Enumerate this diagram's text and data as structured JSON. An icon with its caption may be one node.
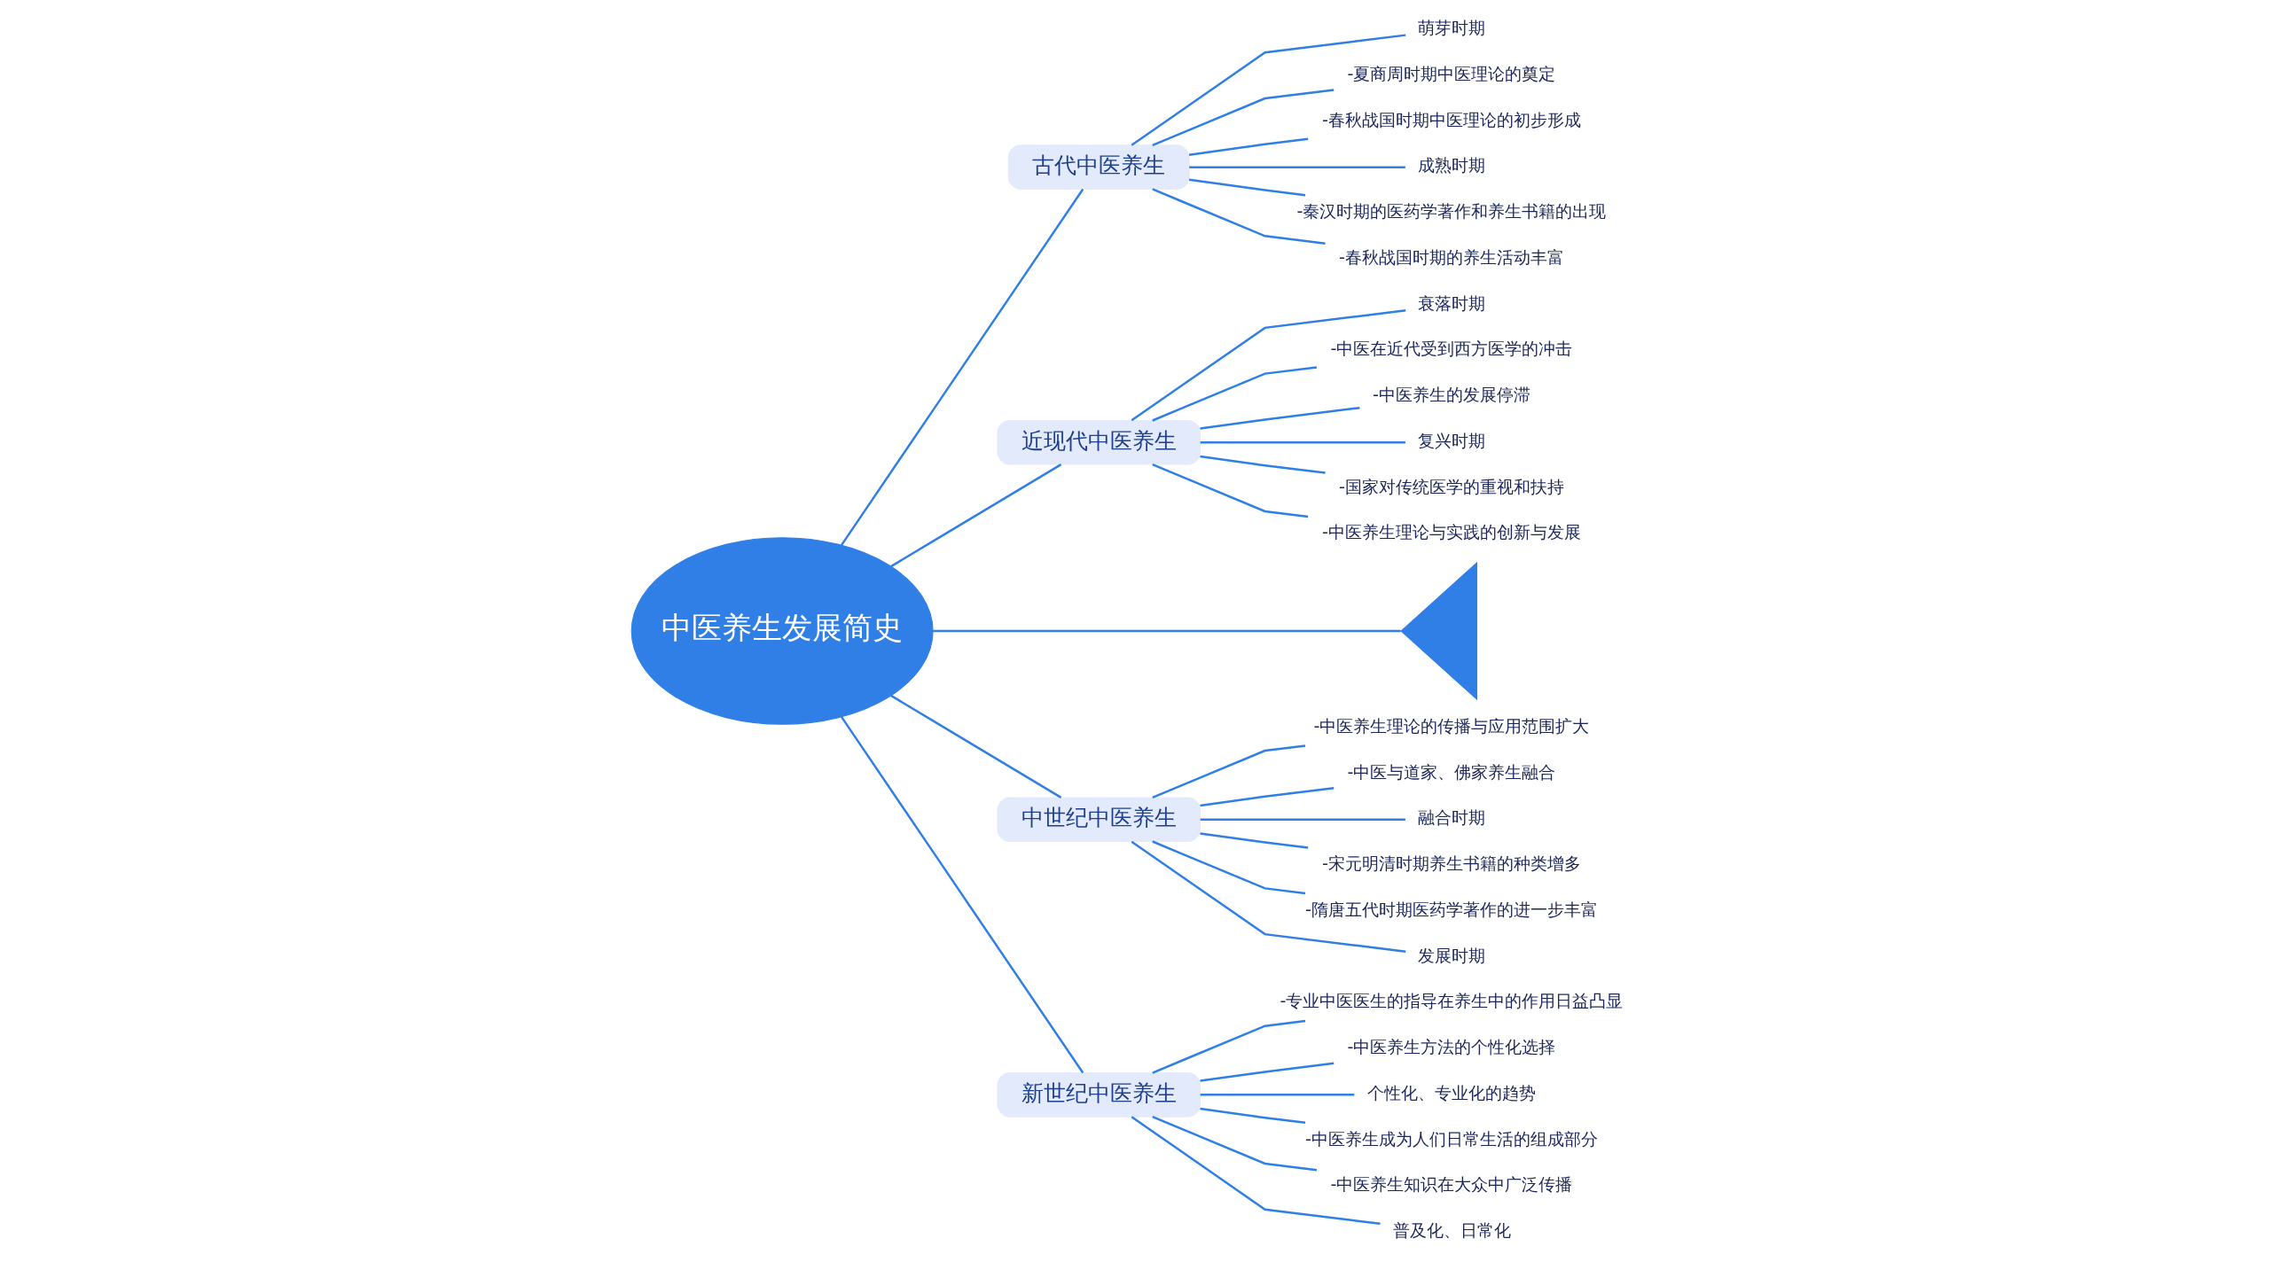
{
  "diagram": {
    "nodes": [
      {
        "text": [
          "中医养生发展简史"
        ]
      },
      {
        "text": [
          "古代中医养生"
        ]
      },
      {
        "text": [
          "萌芽时期"
        ]
      },
      {
        "text": [
          "-夏商周时期中医理论的奠定"
        ]
      },
      {
        "text": [
          "-春秋战国时期中医理论的初步形成"
        ]
      },
      {
        "text": [
          "成熟时期"
        ]
      },
      {
        "text": [
          "-秦汉时期的医药学著作和养生书籍的出现"
        ]
      },
      {
        "text": [
          "-春秋战国时期的养生活动丰富"
        ]
      },
      {
        "text": [
          "近现代中医养生"
        ]
      },
      {
        "text": [
          "衰落时期"
        ]
      },
      {
        "text": [
          "-中医在近代受到西方医学的冲击"
        ]
      },
      {
        "text": [
          "-中医养生的发展停滞"
        ]
      },
      {
        "text": [
          "复兴时期"
        ]
      },
      {
        "text": [
          "-国家对传统医学的重视和扶持"
        ]
      },
      {
        "text": [
          "-中医养生理论与实践的创新与发展"
        ]
      },
      {
        "text": [
          "中世纪中医养生"
        ]
      },
      {
        "text": [
          "-中医养生理论的传播与应用范围扩大"
        ]
      },
      {
        "text": [
          "-中医与道家、佛家养生融合"
        ]
      },
      {
        "text": [
          "融合时期"
        ]
      },
      {
        "text": [
          "-宋元明清时期养生书籍的种类增多"
        ]
      },
      {
        "text": [
          "-隋唐五代时期医药学著作的进一步丰富"
        ]
      },
      {
        "text": [
          "发展时期"
        ]
      },
      {
        "text": [
          "新世纪中医养生"
        ]
      },
      {
        "text": [
          "-专业中医医生的指导在养生中的作用日益凸显"
        ]
      },
      {
        "text": [
          "-中医养生方法的个性化选择"
        ]
      },
      {
        "text": [
          "个性化、专业化的趋势"
        ]
      },
      {
        "text": [
          "-中医养生成为人们日常生活的组成部分"
        ]
      },
      {
        "text": [
          "-中医养生知识在大众中广泛传播"
        ]
      },
      {
        "text": [
          "普及化、日常化"
        ]
      },
      {
        "text": [],
        "shape": "tail"
      }
    ],
    "edges": [
      {
        "from": 0,
        "to": 1,
        "arrow": "none"
      },
      {
        "from": 0,
        "to": 8,
        "arrow": "none"
      },
      {
        "from": 0,
        "to": 29,
        "arrow": "none"
      },
      {
        "from": 0,
        "to": 15,
        "arrow": "none"
      },
      {
        "from": 0,
        "to": 22,
        "arrow": "none"
      },
      {
        "from": 1,
        "to": 2,
        "arrow": "none"
      },
      {
        "from": 1,
        "to": 3,
        "arrow": "none"
      },
      {
        "from": 1,
        "to": 4,
        "arrow": "none"
      },
      {
        "from": 1,
        "to": 5,
        "arrow": "none"
      },
      {
        "from": 1,
        "to": 6,
        "arrow": "none"
      },
      {
        "from": 1,
        "to": 7,
        "arrow": "none"
      },
      {
        "from": 8,
        "to": 9,
        "arrow": "none"
      },
      {
        "from": 8,
        "to": 10,
        "arrow": "none"
      },
      {
        "from": 8,
        "to": 11,
        "arrow": "none"
      },
      {
        "from": 8,
        "to": 12,
        "arrow": "none"
      },
      {
        "from": 8,
        "to": 13,
        "arrow": "none"
      },
      {
        "from": 8,
        "to": 14,
        "arrow": "none"
      },
      {
        "from": 15,
        "to": 16,
        "arrow": "none"
      },
      {
        "from": 15,
        "to": 17,
        "arrow": "none"
      },
      {
        "from": 15,
        "to": 18,
        "arrow": "none"
      },
      {
        "from": 15,
        "to": 19,
        "arrow": "none"
      },
      {
        "from": 15,
        "to": 20,
        "arrow": "none"
      },
      {
        "from": 15,
        "to": 21,
        "arrow": "none"
      },
      {
        "from": 22,
        "to": 23,
        "arrow": "none"
      },
      {
        "from": 22,
        "to": 24,
        "arrow": "none"
      },
      {
        "from": 22,
        "to": 25,
        "arrow": "none"
      },
      {
        "from": 22,
        "to": 26,
        "arrow": "none"
      },
      {
        "from": 22,
        "to": 27,
        "arrow": "none"
      },
      {
        "from": 22,
        "to": 28,
        "arrow": "none"
      }
    ]
  }
}
